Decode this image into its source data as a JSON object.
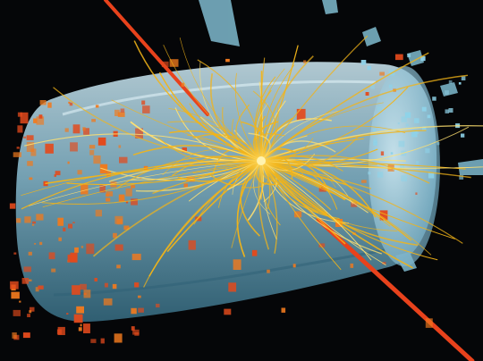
{
  "image": {
    "kind": "particle-collision-event-display",
    "colors": {
      "background": "#050608",
      "detector_barrel": "#8fc6dc",
      "detector_barrel_light": "#cfeaf4",
      "detector_barrel_dark": "#3e7c95",
      "particle_tracks": "#f2b418",
      "track_core": "#ffe070",
      "energy_deposits": "#e34a1c",
      "energy_deposits_light": "#f07a1e",
      "outer_muon_chambers": "#8fd2e8",
      "beam_lines": "#e8421c"
    },
    "elements": {
      "detector_barrel": "translucent-cylinder",
      "collision_vertex": "center-burst",
      "tracks": "curved-yellow-lines",
      "deposits": "scattered-orange-squares",
      "beams": "two-red-diagonal-lines"
    }
  }
}
